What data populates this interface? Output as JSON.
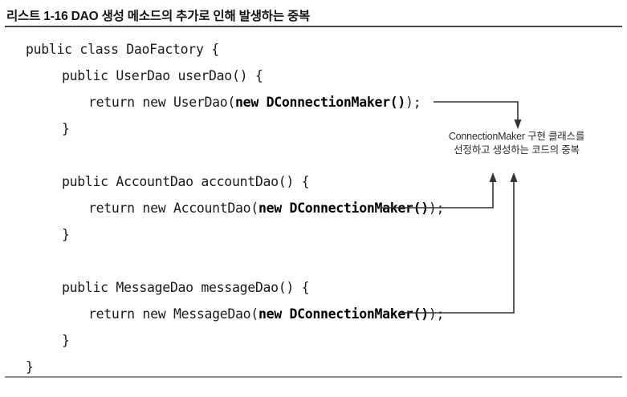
{
  "figure": {
    "caption": "리스트 1-16 DAO 생성 메소드의 추가로 인해 발생하는 중복",
    "caption_label": "리스트 1-16",
    "annotation_line1": "ConnectionMaker 구현 클래스를",
    "annotation_line2": "선정하고 생성하는 코드의 중복",
    "rule_color": "#4a4a4a",
    "text_color": "#1a1a1a",
    "arrow_color": "#333333"
  },
  "code": {
    "language": "java",
    "lines": [
      {
        "indent": 0,
        "plain": "public class DaoFactory {",
        "bold": ""
      },
      {
        "indent": 1,
        "plain": "public UserDao userDao() {",
        "bold": ""
      },
      {
        "indent": 2,
        "plain": "return new UserDao(",
        "bold": "new DConnectionMaker()",
        "tail": ");"
      },
      {
        "indent": 1,
        "plain": "}",
        "bold": ""
      },
      {
        "indent": 1,
        "plain": "public AccountDao accountDao() {",
        "bold": ""
      },
      {
        "indent": 2,
        "plain": "return new AccountDao(",
        "bold": "new DConnectionMaker()",
        "tail": ");"
      },
      {
        "indent": 1,
        "plain": "}",
        "bold": ""
      },
      {
        "indent": 1,
        "plain": "public MessageDao messageDao() {",
        "bold": ""
      },
      {
        "indent": 2,
        "plain": "return new MessageDao(",
        "bold": "new DConnectionMaker()",
        "tail": ");"
      },
      {
        "indent": 1,
        "plain": "}",
        "bold": ""
      },
      {
        "indent": 0,
        "plain": "}",
        "bold": ""
      }
    ],
    "line_text": {
      "l0": "public class DaoFactory {",
      "l1": "public UserDao userDao() {",
      "l2a": "return new UserDao(",
      "l2b": "new DConnectionMaker()",
      "l2c": ");",
      "l3": "}",
      "l4": "public AccountDao accountDao() {",
      "l5a": "return new AccountDao(",
      "l5b": "new DConnectionMaker()",
      "l5c": ");",
      "l6": "}",
      "l7": "public MessageDao messageDao() {",
      "l8a": "return new MessageDao(",
      "l8b": "new DConnectionMaker()",
      "l8c": ");",
      "l9": "}",
      "l10": "}"
    }
  }
}
